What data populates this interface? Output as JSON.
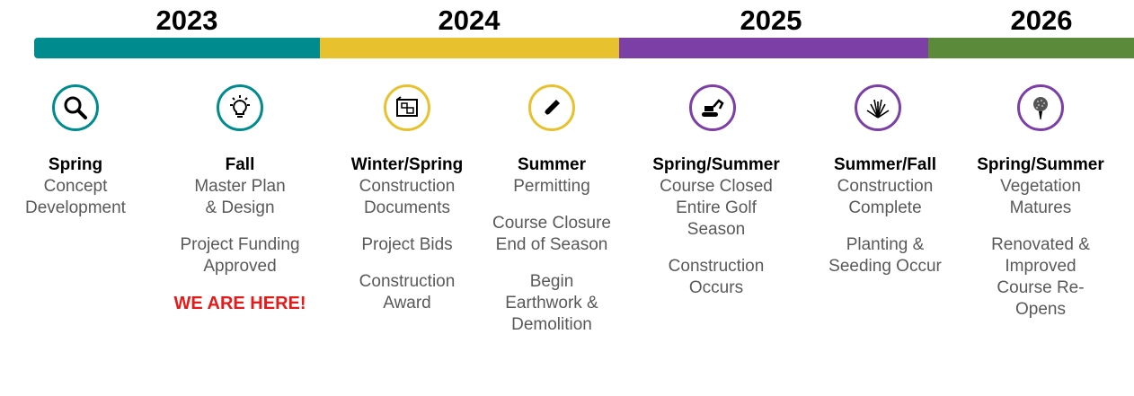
{
  "years": [
    {
      "label": "2023",
      "color": "#008b8f"
    },
    {
      "label": "2024",
      "color": "#e8c22e"
    },
    {
      "label": "2025",
      "color": "#7b3fa6"
    },
    {
      "label": "2026",
      "color": "#5a8a3a"
    }
  ],
  "milestones": [
    {
      "icon": "search-icon",
      "color": "#008b8f",
      "season": "Spring",
      "lines": [
        "Concept\nDevelopment"
      ]
    },
    {
      "icon": "lightbulb-icon",
      "color": "#008b8f",
      "season": "Fall",
      "lines": [
        "Master Plan\n& Design",
        "Project Funding\nApproved"
      ],
      "alert": "WE ARE HERE!"
    },
    {
      "icon": "blueprint-icon",
      "color": "#e8c22e",
      "season": "Winter/Spring",
      "lines": [
        "Construction\nDocuments",
        "Project Bids",
        "Construction\nAward"
      ]
    },
    {
      "icon": "pencil-icon",
      "color": "#e8c22e",
      "season": "Summer",
      "lines": [
        "Permitting",
        "Course Closure\nEnd of Season",
        "Begin\nEarthwork &\nDemolition"
      ]
    },
    {
      "icon": "excavator-icon",
      "color": "#7b3fa6",
      "season": "Spring/Summer",
      "lines": [
        "Course Closed\nEntire Golf\nSeason",
        "Construction\nOccurs"
      ]
    },
    {
      "icon": "grass-icon",
      "color": "#7b3fa6",
      "season": "Summer/Fall",
      "lines": [
        "Construction\nComplete",
        "Planting &\nSeeding Occur"
      ]
    },
    {
      "icon": "golf-ball-icon",
      "color": "#7b3fa6",
      "season": "Spring/Summer",
      "lines": [
        "Vegetation\nMatures",
        "Renovated &\nImproved\nCourse Re-\nOpens"
      ]
    }
  ]
}
